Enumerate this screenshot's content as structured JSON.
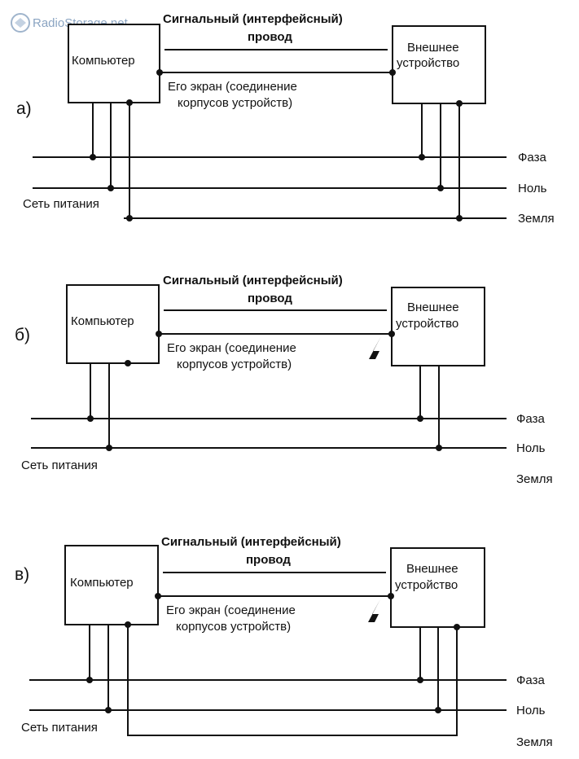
{
  "logo": {
    "text": "RadioStorage.net"
  },
  "panels": [
    {
      "id": "a",
      "label": "а)",
      "signal_line1": "Сигнальный (интерфейсный)",
      "signal_line2": "провод",
      "shield_line1": "Его экран (соединение",
      "shield_line2": "корпусов устройств)",
      "computer": "Компьютер",
      "device_line1": "Внешнее",
      "device_line2": "устройство",
      "phase": "Фаза",
      "neutral": "Ноль",
      "ground": "Земля",
      "mains": "Сеть питания"
    },
    {
      "id": "b",
      "label": "б)",
      "signal_line1": "Сигнальный (интерфейсный)",
      "signal_line2": "провод",
      "shield_line1": "Его экран (соединение",
      "shield_line2": "корпусов устройств)",
      "computer": "Компьютер",
      "device_line1": "Внешнее",
      "device_line2": "устройство",
      "phase": "Фаза",
      "neutral": "Ноль",
      "ground": "Земля",
      "mains": "Сеть питания"
    },
    {
      "id": "c",
      "label": "в)",
      "signal_line1": "Сигнальный (интерфейсный)",
      "signal_line2": "провод",
      "shield_line1": "Его экран (соединение",
      "shield_line2": "корпусов устройств)",
      "computer": "Компьютер",
      "device_line1": "Внешнее",
      "device_line2": "устройство",
      "phase": "Фаза",
      "neutral": "Ноль",
      "ground": "Земля",
      "mains": "Сеть питания"
    }
  ]
}
